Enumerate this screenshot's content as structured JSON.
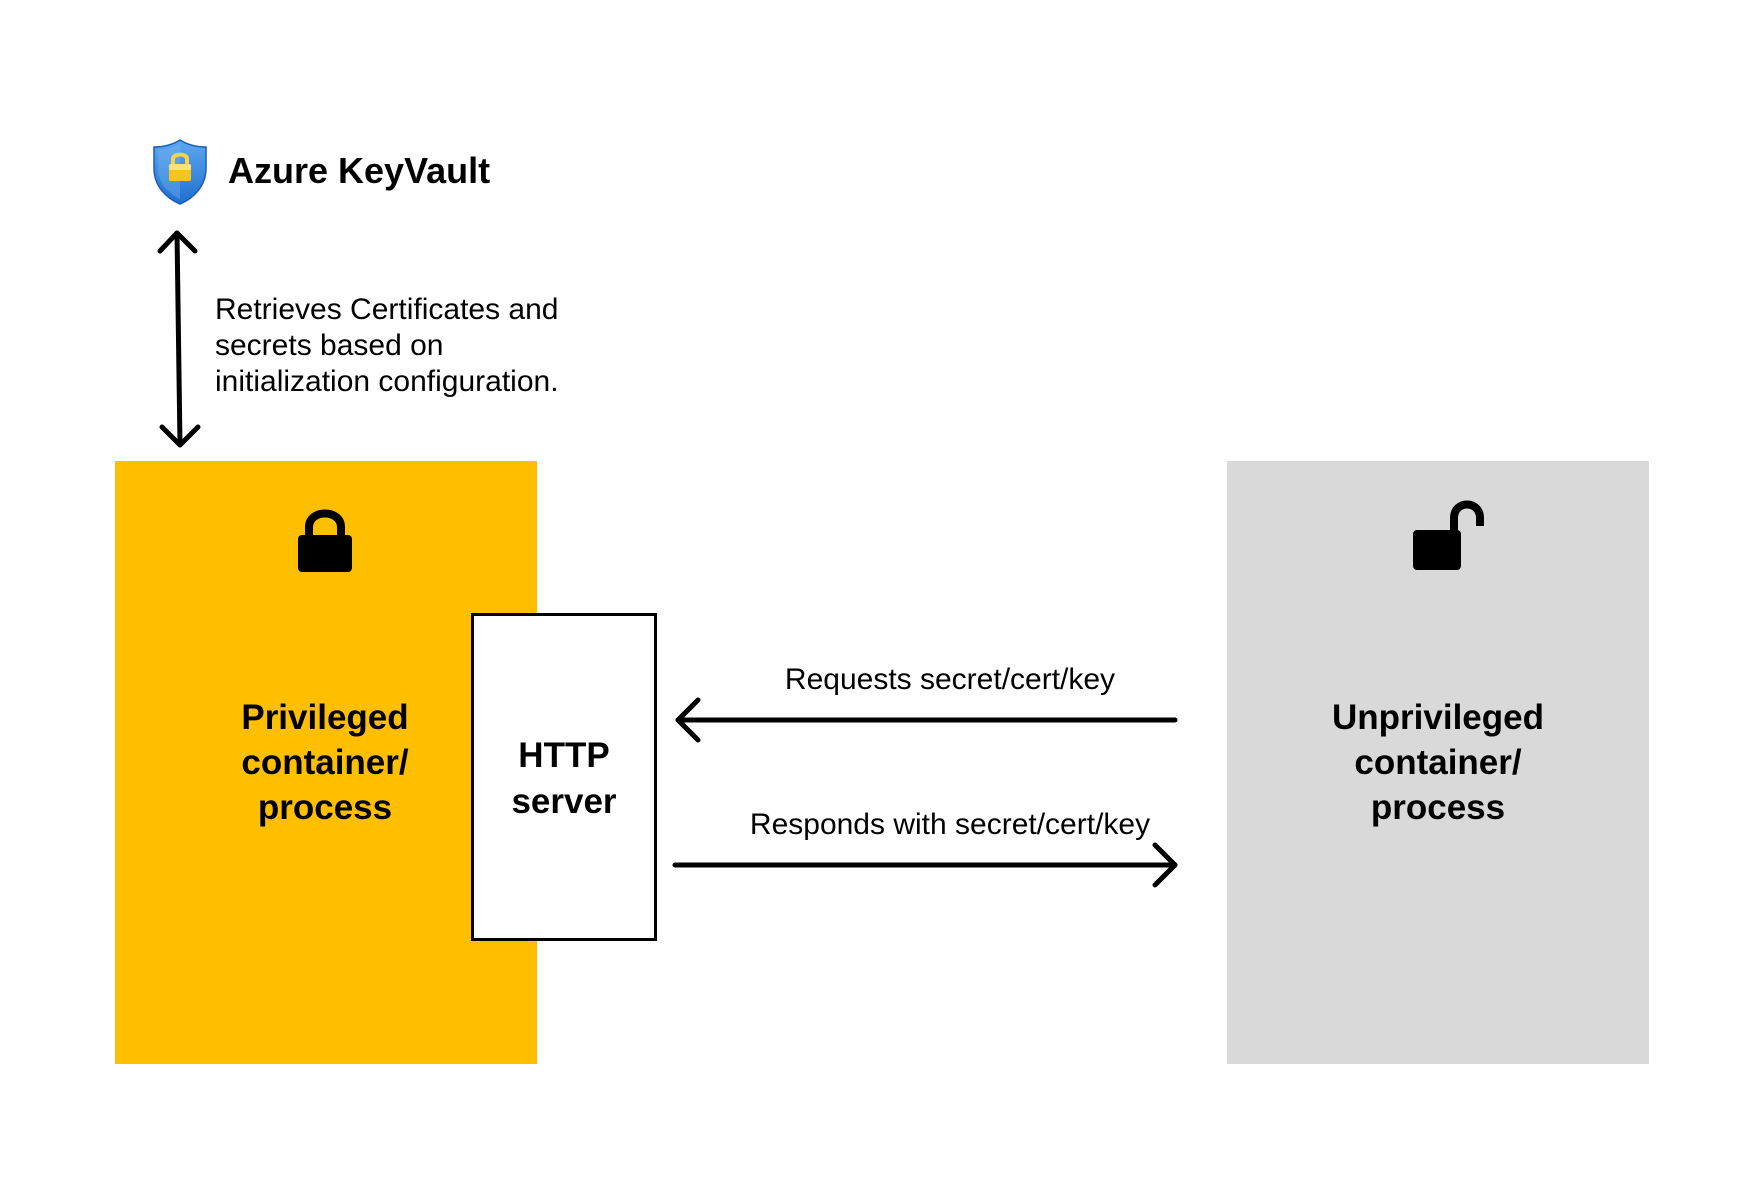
{
  "keyvault": {
    "title": "Azure KeyVault",
    "icon": "shield-lock-icon",
    "description_lines": [
      "Retrieves Certificates and",
      "secrets based on",
      "initialization configuration."
    ]
  },
  "privileged": {
    "label_lines": [
      "Privileged",
      "container/",
      "process"
    ],
    "icon": "lock-closed-icon",
    "color": "#FDBF00"
  },
  "http_server": {
    "label_lines": [
      "HTTP",
      "server"
    ]
  },
  "unprivileged": {
    "label_lines": [
      "Unprivileged",
      "container/",
      "process"
    ],
    "icon": "lock-open-icon",
    "color": "#D9D9D9"
  },
  "arrows": {
    "request_label": "Requests secret/cert/key",
    "response_label": "Responds with secret/cert/key"
  }
}
